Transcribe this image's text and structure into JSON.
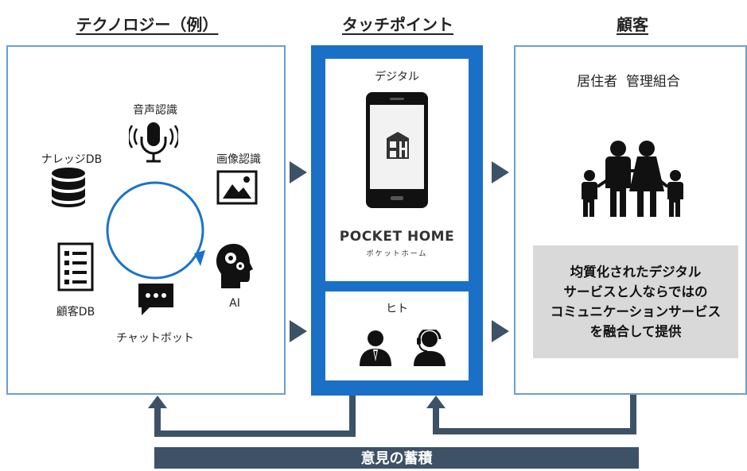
{
  "headings": {
    "technology": "テクノロジー（例）",
    "touchpoint": "タッチポイント",
    "customer": "顧客"
  },
  "technology": {
    "voice_recognition": "音声認識",
    "knowledge_db": "ナレッジDB",
    "image_recognition": "画像認識",
    "customer_db": "顧客DB",
    "ai": "AI",
    "chatbot": "チャットボット"
  },
  "touchpoint": {
    "digital_label": "デジタル",
    "app_name": "POCKET HOME",
    "app_name_kana": "ポケットホーム",
    "human_label": "ヒト"
  },
  "customer": {
    "groups": "居住者  管理組合",
    "service_lines": [
      "均質化されたデジタル",
      "サービスと人ならではの",
      "コミュニケーションサービス",
      "を融合して提供"
    ]
  },
  "footer": {
    "label": "意見の蓄積"
  },
  "colors": {
    "panel_border": "#6a9fd0",
    "touchpoint_blue": "#1a6fc6",
    "dark_navy": "#3d5266",
    "cycle_blue": "#1a73c8"
  },
  "icons": [
    "microphone-icon",
    "database-icon",
    "image-icon",
    "list-icon",
    "ai-head-icon",
    "chat-icon",
    "smartphone-icon",
    "building-logo-icon",
    "businessman-icon",
    "operator-icon",
    "family-icon"
  ]
}
